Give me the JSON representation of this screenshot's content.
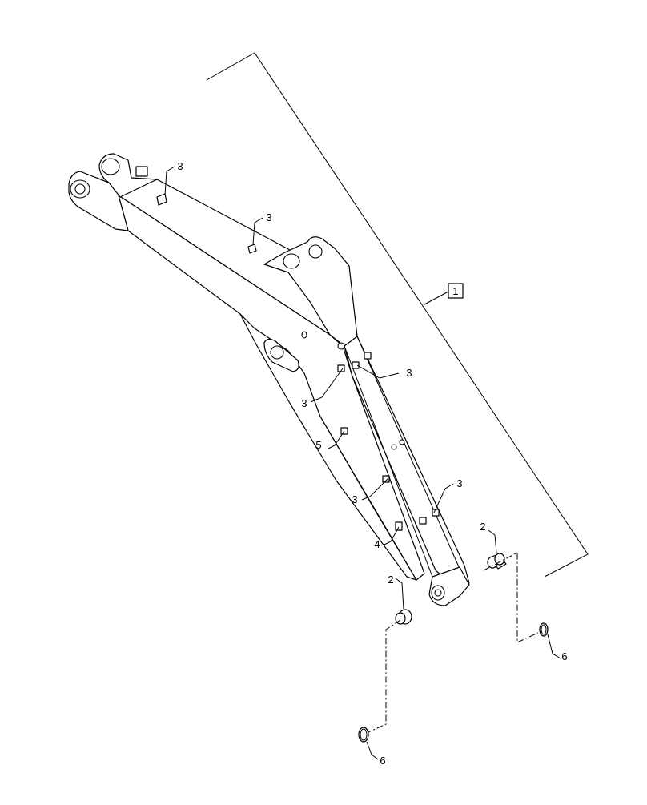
{
  "diagram": {
    "callouts": [
      {
        "id": "c-1",
        "label": "1",
        "boxed": true
      },
      {
        "id": "c-2a",
        "label": "2"
      },
      {
        "id": "c-2b",
        "label": "2"
      },
      {
        "id": "c-3a",
        "label": "3"
      },
      {
        "id": "c-3b",
        "label": "3"
      },
      {
        "id": "c-3c",
        "label": "3"
      },
      {
        "id": "c-3d",
        "label": "3"
      },
      {
        "id": "c-3e",
        "label": "3"
      },
      {
        "id": "c-3f",
        "label": "3"
      },
      {
        "id": "c-4",
        "label": "4"
      },
      {
        "id": "c-5",
        "label": "5"
      },
      {
        "id": "c-6a",
        "label": "6"
      },
      {
        "id": "c-6b",
        "label": "6"
      }
    ]
  }
}
